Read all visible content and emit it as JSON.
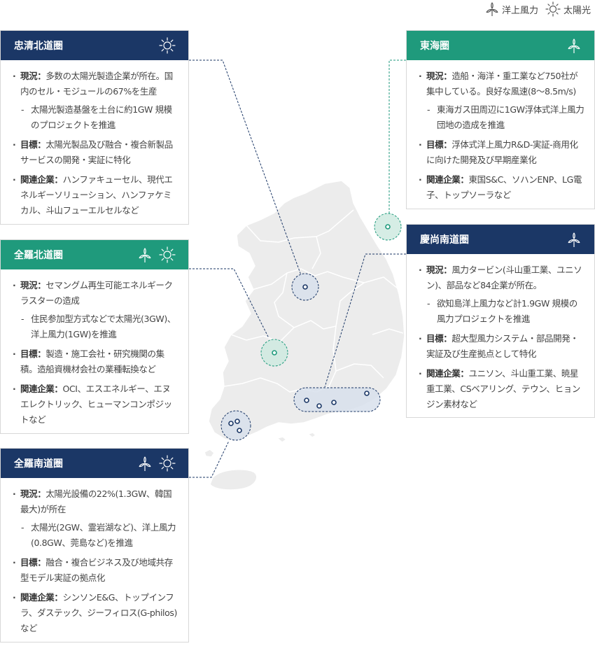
{
  "legend": {
    "offshore_wind": "洋上風力",
    "solar": "太陽光"
  },
  "colors": {
    "navy": "#1b3766",
    "green": "#1f9a7c",
    "map_fill": "#ececec",
    "map_stroke": "#ffffff"
  },
  "panels": {
    "chungbuk": {
      "title": "忠清北道圏",
      "icons": [
        "sun-icon"
      ],
      "r1_label": "現況：",
      "r1_text": "多数の太陽光製造企業が所在。国内のセル・モジュールの67%を生産",
      "sub": "太陽光製造基盤を土台に約1GW 規模のプロジェクトを推進",
      "r2_label": "目標：",
      "r2_text": "太陽光製品及び融合・複合新製品サービスの開発・実証に特化",
      "r3_label": "関連企業：",
      "r3_text": "ハンファキューセル、現代エネルギーソリューション、ハンファケミカル、斗山フューエルセルなど"
    },
    "jeonbuk": {
      "title": "全羅北道圏",
      "icons": [
        "wind-turbine-icon",
        "sun-icon"
      ],
      "r1_label": "現況：",
      "r1_text": "セマングム再生可能エネルギークラスターの造成",
      "sub": "住民参加型方式などで太陽光(3GW)、洋上風力(1GW)を推進",
      "r2_label": "目標：",
      "r2_text": "製造・施工会社・研究機関の集積。造船資機材会社の業種転換など",
      "r3_label": "関連企業：",
      "r3_text": "OCI、エスエネルギー、エヌエレクトリック、ヒューマンコンポジットなど"
    },
    "jeonnam": {
      "title": "全羅南道圏",
      "icons": [
        "wind-turbine-icon",
        "sun-icon"
      ],
      "r1_label": "現況：",
      "r1_text": "太陽光設備の22%(1.3GW、韓国最大)が所在",
      "sub": "太陽光(2GW、霊岩湖など)、洋上風力(0.8GW、莞島など)を推進",
      "r2_label": "目標：",
      "r2_text": "融合・複合ビジネス及び地域共存型モデル実証の拠点化",
      "r3_label": "関連企業：",
      "r3_text": "シンソンE&G、トップインフラ、ダステック、ジーフィロス(G-philos)など"
    },
    "donghae": {
      "title": "東海圏",
      "icons": [
        "wind-turbine-icon"
      ],
      "r1_label": "現況：",
      "r1_text": "造船・海洋・重工業など750社が集中している。良好な風速(8～8.5m/s)",
      "sub": "東海ガス田周辺に1GW浮体式洋上風力団地の造成を推進",
      "r2_label": "目標：",
      "r2_text": "浮体式洋上風力R&D-実証-商用化に向けた開発及び早期産業化",
      "r3_label": "関連企業：",
      "r3_text": "東国S&C、ソハンENP、LG電子、トップソーラなど"
    },
    "gyeongnam": {
      "title": "慶尚南道圏",
      "icons": [
        "wind-turbine-icon"
      ],
      "r1_label": "現況：",
      "r1_text": "風力タービン(斗山重工業、ユニソン)、部品など84企業が所在。",
      "sub": "欲知島洋上風力など計1.9GW 規模の風力プロジェクトを推進",
      "r2_label": "目標：",
      "r2_text": "超大型風力システム・部品開発・実証及び生産拠点として特化",
      "r3_label": "関連企業：",
      "r3_text": "ユニソン、斗山重工業、暁星重工業、CSベアリング、テウン、ヒョンジン素材など"
    }
  }
}
